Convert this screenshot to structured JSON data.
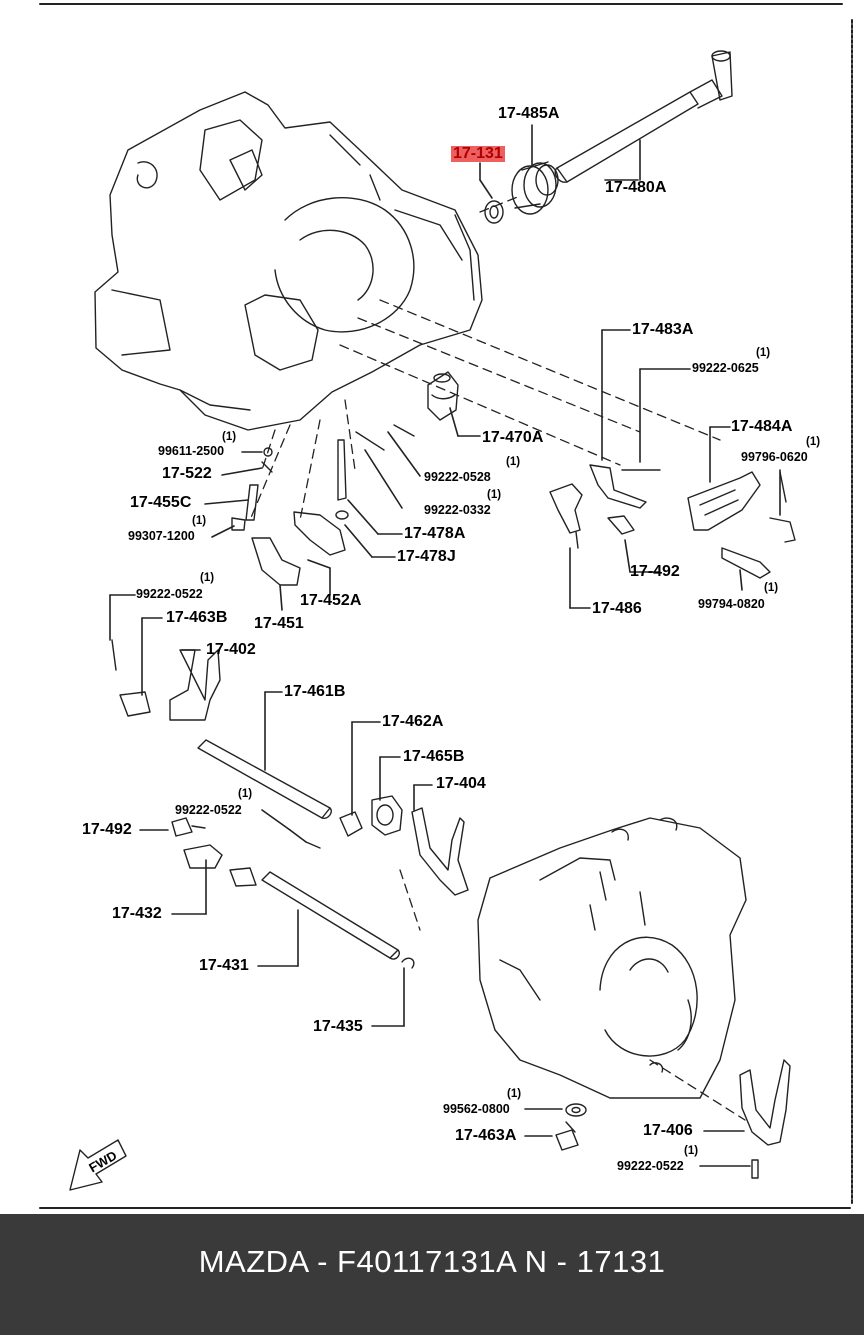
{
  "diagram": {
    "parts": [
      {
        "id": "p1",
        "label": "17-485A"
      },
      {
        "id": "p2",
        "label": "17-131",
        "highlighted": true
      },
      {
        "id": "p3",
        "label": "17-480A"
      },
      {
        "id": "p4",
        "label": "17-483A"
      },
      {
        "id": "p5",
        "label": "99222-0625",
        "qty": "(1)"
      },
      {
        "id": "p6",
        "label": "17-484A"
      },
      {
        "id": "p7",
        "label": "99796-0620",
        "qty": "(1)"
      },
      {
        "id": "p8",
        "label": "17-470A"
      },
      {
        "id": "p9",
        "label": "99611-2500",
        "qty": "(1)"
      },
      {
        "id": "p10",
        "label": "17-522"
      },
      {
        "id": "p11",
        "label": "99222-0528",
        "qty": "(1)"
      },
      {
        "id": "p12",
        "label": "17-455C"
      },
      {
        "id": "p13",
        "label": "99222-0332",
        "qty": "(1)"
      },
      {
        "id": "p14",
        "label": "99307-1200",
        "qty": "(1)"
      },
      {
        "id": "p15",
        "label": "17-478A"
      },
      {
        "id": "p16",
        "label": "17-478J"
      },
      {
        "id": "p17",
        "label": "17-492"
      },
      {
        "id": "p18",
        "label": "99794-0820",
        "qty": "(1)"
      },
      {
        "id": "p19",
        "label": "17-486"
      },
      {
        "id": "p20",
        "label": "99222-0522",
        "qty": "(1)"
      },
      {
        "id": "p21",
        "label": "17-452A"
      },
      {
        "id": "p22",
        "label": "17-451"
      },
      {
        "id": "p23",
        "label": "17-463B"
      },
      {
        "id": "p24",
        "label": "17-402"
      },
      {
        "id": "p25",
        "label": "17-461B"
      },
      {
        "id": "p26",
        "label": "17-462A"
      },
      {
        "id": "p27",
        "label": "17-465B"
      },
      {
        "id": "p28",
        "label": "17-404"
      },
      {
        "id": "p29",
        "label": "99222-0522",
        "qty": "(1)"
      },
      {
        "id": "p30",
        "label": "17-492"
      },
      {
        "id": "p31",
        "label": "17-432"
      },
      {
        "id": "p32",
        "label": "17-431"
      },
      {
        "id": "p33",
        "label": "17-435"
      },
      {
        "id": "p34",
        "label": "99562-0800",
        "qty": "(1)"
      },
      {
        "id": "p35",
        "label": "17-463A"
      },
      {
        "id": "p36",
        "label": "17-406"
      },
      {
        "id": "p37",
        "label": "99222-0522",
        "qty": "(1)"
      }
    ],
    "fwd_label": "FWD"
  },
  "footer": {
    "text": "MAZDA - F40117131A   N - 17131"
  }
}
